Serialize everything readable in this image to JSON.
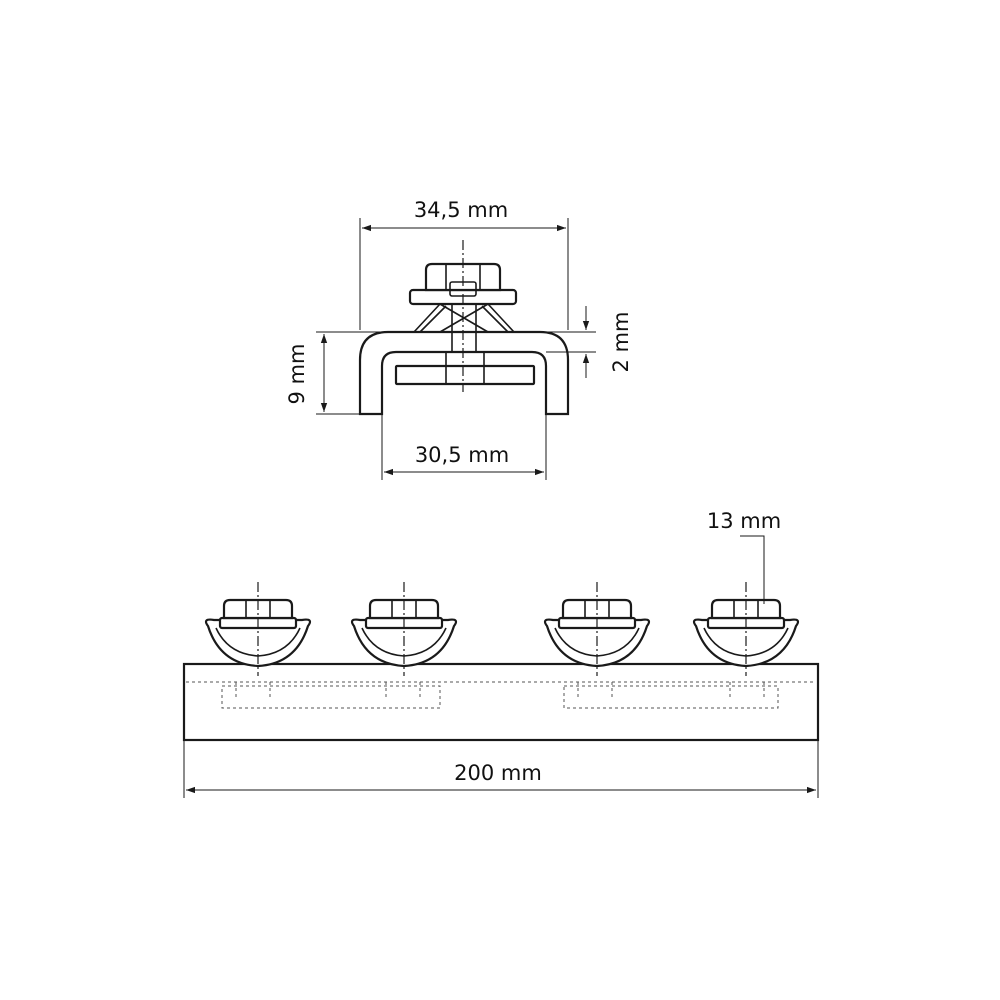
{
  "dimensions": {
    "top_width": "34,5 mm",
    "inner_width": "30,5 mm",
    "height": "9 mm",
    "thickness": "2 mm",
    "nut_size": "13 mm",
    "length": "200 mm"
  },
  "clamp_count": 4
}
